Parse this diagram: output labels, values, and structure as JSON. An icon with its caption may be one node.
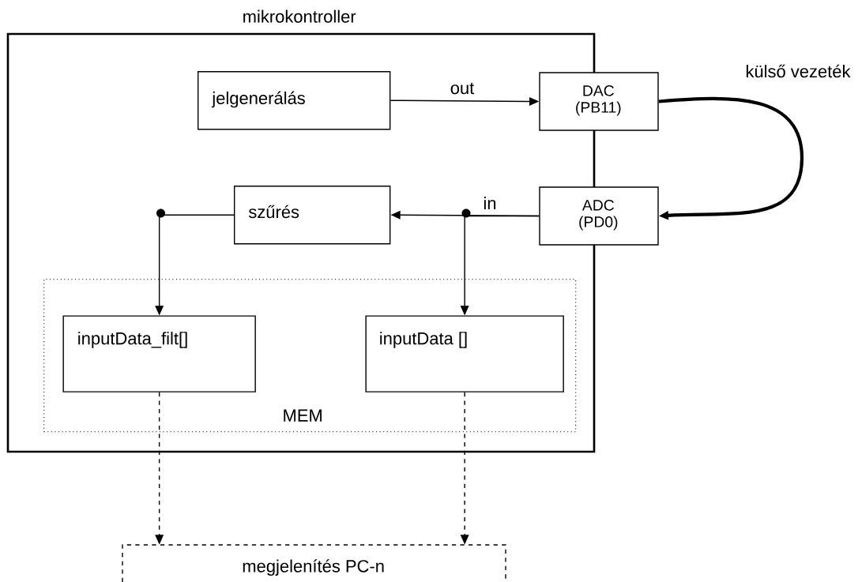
{
  "diagram": {
    "nodes": [
      {
        "text": [
          "mikrokontroller"
        ]
      },
      {
        "text": [
          "jelgenerálás"
        ],
        "in": 0
      },
      {
        "text": [
          "DAC (PB11)"
        ]
      },
      {
        "text": [
          "ADC (PD0)"
        ]
      },
      {
        "text": [
          "szűrés"
        ],
        "in": 0
      },
      {
        "text": [
          "MEM"
        ],
        "in": 0
      },
      {
        "text": [
          "inputData_filt[]"
        ],
        "in": 5
      },
      {
        "text": [
          "inputData []"
        ],
        "in": 5
      },
      {
        "text": [
          "megjelenítés PC-n"
        ]
      }
    ],
    "edges": [
      {
        "from": 1,
        "to": 2,
        "arrow": "to",
        "label": "out"
      },
      {
        "from": 2,
        "to": 3,
        "arrow": "to",
        "label": "külső vezeték",
        "style": "thick"
      },
      {
        "from": 3,
        "to": 4,
        "arrow": "to",
        "label": "in"
      },
      {
        "from": 3,
        "to": 7,
        "arrow": "to"
      },
      {
        "from": 4,
        "to": 6,
        "arrow": "to"
      },
      {
        "from": 6,
        "to": 8,
        "arrow": "to",
        "style": "dashed"
      },
      {
        "from": 7,
        "to": 8,
        "arrow": "to",
        "style": "dashed"
      }
    ]
  }
}
